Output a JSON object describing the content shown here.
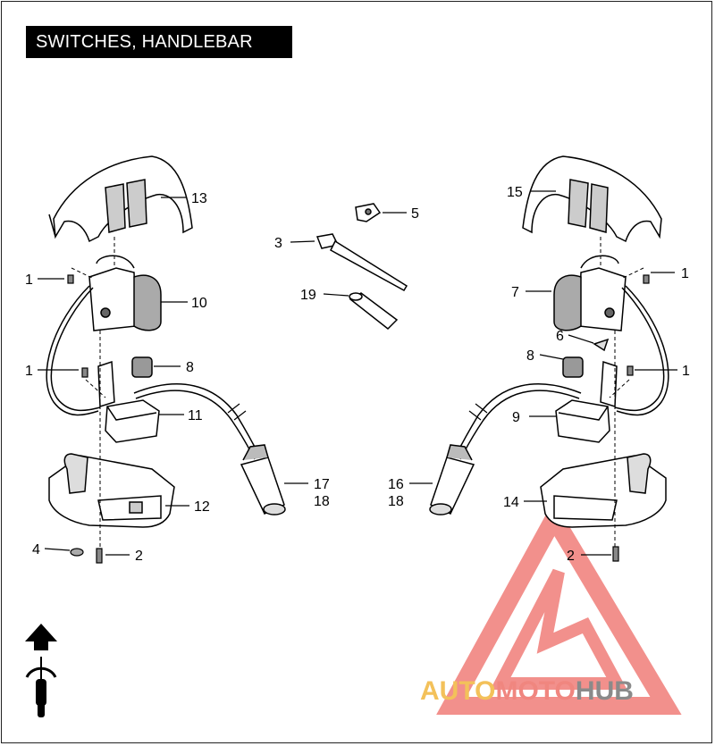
{
  "title": "SWITCHES, HANDLEBAR",
  "callouts": {
    "left": {
      "c13": "13",
      "c1_top": "1",
      "c10": "10",
      "c1_mid": "1",
      "c8": "8",
      "c11": "11",
      "c12": "12",
      "c4": "4",
      "c2": "2"
    },
    "center": {
      "c5": "5",
      "c3": "3",
      "c19": "19"
    },
    "connectors": {
      "c17": "17",
      "c18_right": "18",
      "c16": "16",
      "c18_left": "18"
    },
    "right": {
      "c15": "15",
      "c1_top": "1",
      "c7": "7",
      "c6": "6",
      "c8": "8",
      "c1_mid": "1",
      "c9": "9",
      "c14": "14",
      "c2": "2"
    }
  },
  "watermark": {
    "part1": "AUTO",
    "part2": "MOTO",
    "part3": "HUB",
    "colors": {
      "auto": "#f3c15a",
      "moto": "#f0867f",
      "hub": "#8a8a8a"
    }
  },
  "icons": {
    "direction": "forward-arrow-motorcycle-icon"
  }
}
